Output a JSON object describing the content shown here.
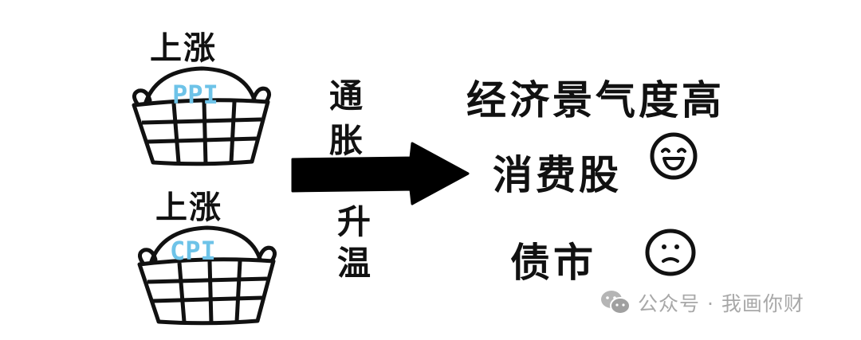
{
  "diagram": {
    "baskets": [
      {
        "label": "上涨",
        "tag": "PPI"
      },
      {
        "label": "上涨",
        "tag": "CPI"
      }
    ],
    "arrow": {
      "top_text": [
        "通",
        "胀"
      ],
      "bottom_text": [
        "升",
        "温"
      ]
    },
    "outcomes": {
      "headline": "经济景气度高",
      "positive": {
        "label": "消费股",
        "icon": "grinning-face-icon"
      },
      "negative": {
        "label": "债市",
        "icon": "frowning-face-icon"
      }
    }
  },
  "watermark": {
    "icon": "wechat-icon",
    "text": "公众号 · 我画你财"
  },
  "colors": {
    "ink": "#111111",
    "tag_blue": "#6ec3e8",
    "watermark_gray": "#a8a8a8",
    "background": "#ffffff"
  }
}
